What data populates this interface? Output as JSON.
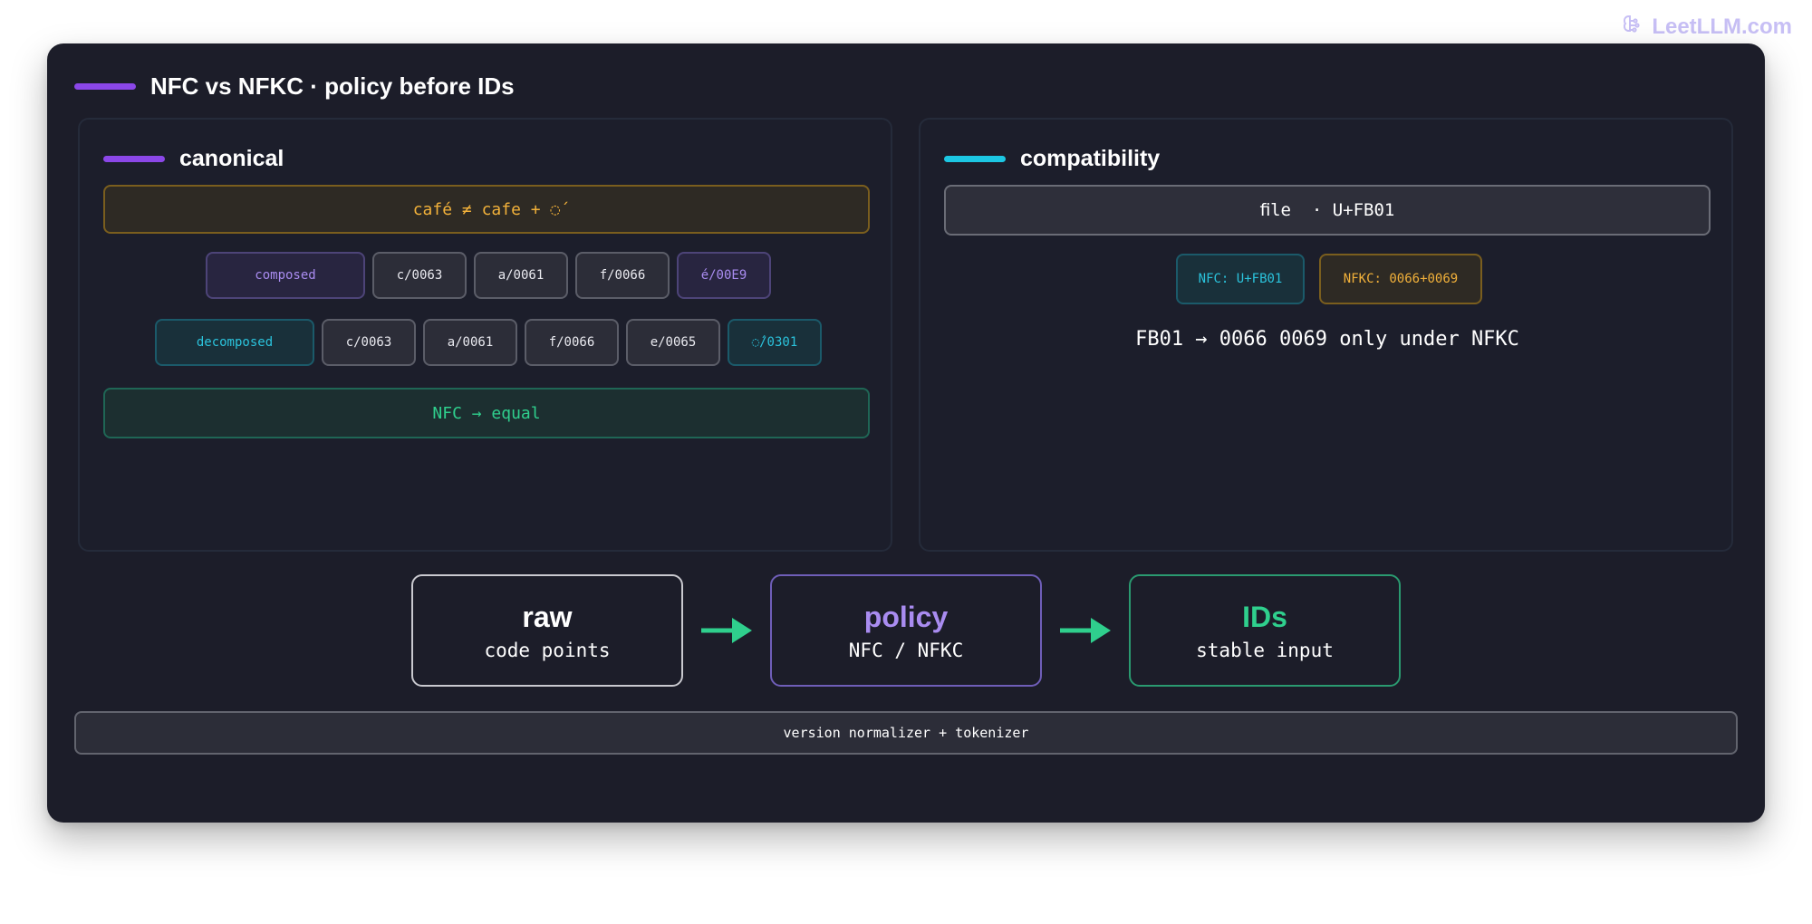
{
  "brand": {
    "text": "LeetLLM.com",
    "icon": "brain-icon",
    "color": "#c7bff5"
  },
  "title": {
    "text": "NFC vs NFKC · policy before IDs",
    "accent": "#8b47e8"
  },
  "canonical": {
    "title": "canonical",
    "accent": "#8b47e8",
    "banner": "café ≠ cafe + ◌́",
    "composed_row": {
      "label": "composed",
      "chips": [
        "c/0063",
        "a/0061",
        "f/0066",
        "é/00E9"
      ]
    },
    "decomposed_row": {
      "label": "decomposed",
      "chips": [
        "c/0063",
        "a/0061",
        "f/0066",
        "e/0065",
        "◌́/0301"
      ]
    },
    "result": "NFC → equal"
  },
  "compatibility": {
    "title": "compatibility",
    "accent": "#1cc7e3",
    "input": "ﬁle  · U+FB01",
    "nfc_chip": "NFC: U+FB01",
    "nfkc_chip": "NFKC: 0066+0069",
    "note": "FB01 → 0066 0069 only under NFKC"
  },
  "pipeline": [
    {
      "title": "raw",
      "subtitle": "code points",
      "color": "#ffffff",
      "border": "#c9c9cf"
    },
    {
      "title": "policy",
      "subtitle": "NFC / NFKC",
      "color": "#a98cf0",
      "border": "#6f5eb8"
    },
    {
      "title": "IDs",
      "subtitle": "stable input",
      "color": "#2fcf8d",
      "border": "#2a9a70"
    }
  ],
  "arrow_color": "#2fcf8d",
  "footer": "version normalizer + tokenizer"
}
